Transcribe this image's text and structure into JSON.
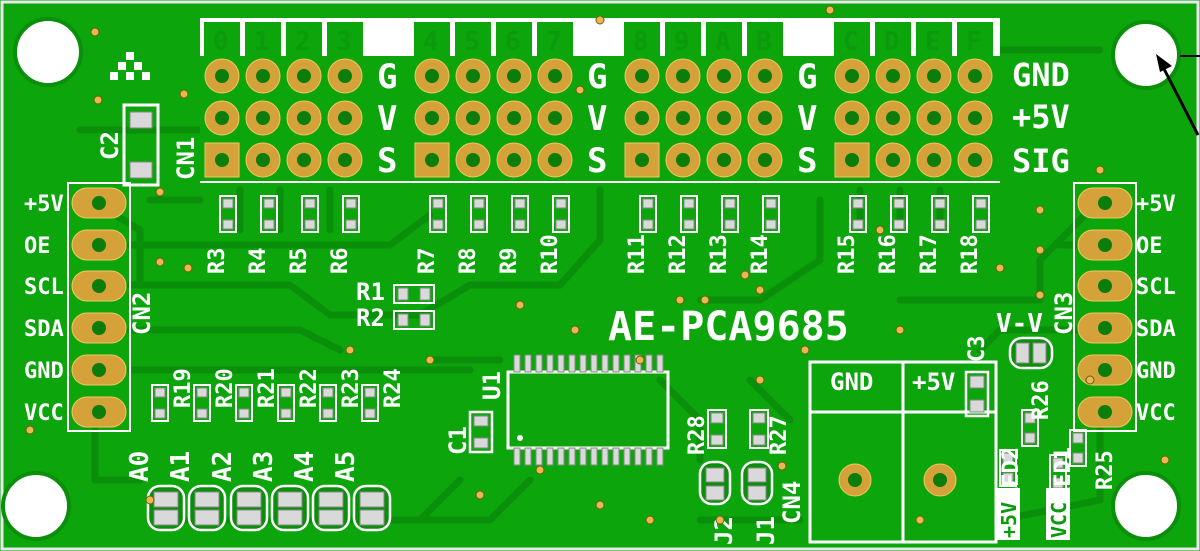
{
  "board": {
    "title": "AE-PCA9685",
    "header_channels": [
      "0",
      "1",
      "2",
      "3",
      "4",
      "5",
      "6",
      "7",
      "8",
      "9",
      "A",
      "B",
      "C",
      "D",
      "E",
      "F"
    ],
    "row_labels": [
      "GND",
      "+5V",
      "SIG"
    ],
    "gvs_letters": [
      "G",
      "V",
      "S"
    ],
    "header_ref": "CN1",
    "cap_c2": "C2",
    "resistors_top": [
      "R3",
      "R4",
      "R5",
      "R6",
      "R7",
      "R8",
      "R9",
      "R10",
      "R11",
      "R12",
      "R13",
      "R14",
      "R15",
      "R16",
      "R17",
      "R18"
    ],
    "left_pins": [
      "+5V",
      "OE",
      "SCL",
      "SDA",
      "GND",
      "VCC"
    ],
    "right_pins": [
      "+5V",
      "OE",
      "SCL",
      "SDA",
      "GND",
      "VCC"
    ],
    "left_conn": "CN2",
    "right_conn": "CN3",
    "r1": "R1",
    "r2": "R2",
    "addr_resistors": [
      "R19",
      "R20",
      "R21",
      "R22",
      "R23",
      "R24"
    ],
    "addr_jumpers": [
      "A0",
      "A1",
      "A2",
      "A3",
      "A4",
      "A5"
    ],
    "u1": "U1",
    "c1": "C1",
    "c3": "C3",
    "r28": "R28",
    "r27": "R27",
    "j2": "J2",
    "j1": "J1",
    "cn4": "CN4",
    "terminal_labels": [
      "GND",
      "+5V"
    ],
    "vv": "V-V",
    "r26": "R26",
    "r25": "R25",
    "led2": "LED2",
    "led1": "LED1",
    "led2_sub": "+5V",
    "led1_sub": "VCC"
  }
}
